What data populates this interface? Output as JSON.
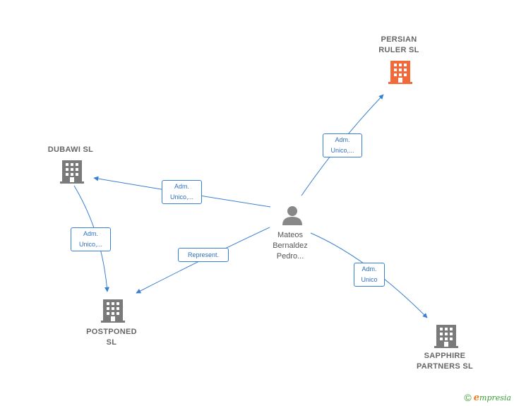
{
  "nodes": {
    "persian": {
      "label": "PERSIAN\nRULER  SL",
      "color": "#f26a3a"
    },
    "dubawi": {
      "label": "DUBAWI  SL",
      "color": "#7a7a7a"
    },
    "postponed": {
      "label": "POSTPONED\nSL",
      "color": "#7a7a7a"
    },
    "sapphire": {
      "label": "SAPPHIRE\nPARTNERS  SL",
      "color": "#7a7a7a"
    },
    "person": {
      "label": "Mateos\nBernaldez\nPedro..."
    }
  },
  "edges": {
    "person_persian": "Adm.\nUnico,...",
    "person_dubawi": "Adm.\nUnico,...",
    "dubawi_postponed": "Adm.\nUnico,...",
    "person_postponed": "Represent.",
    "person_sapphire": "Adm.\nUnico"
  },
  "footer": {
    "symbol": "©",
    "brand_initial": "e",
    "brand_rest": "mpresia"
  },
  "colors": {
    "edge": "#3a7fd0",
    "company": "#7a7a7a",
    "highlight": "#f26a3a",
    "person": "#888888"
  }
}
